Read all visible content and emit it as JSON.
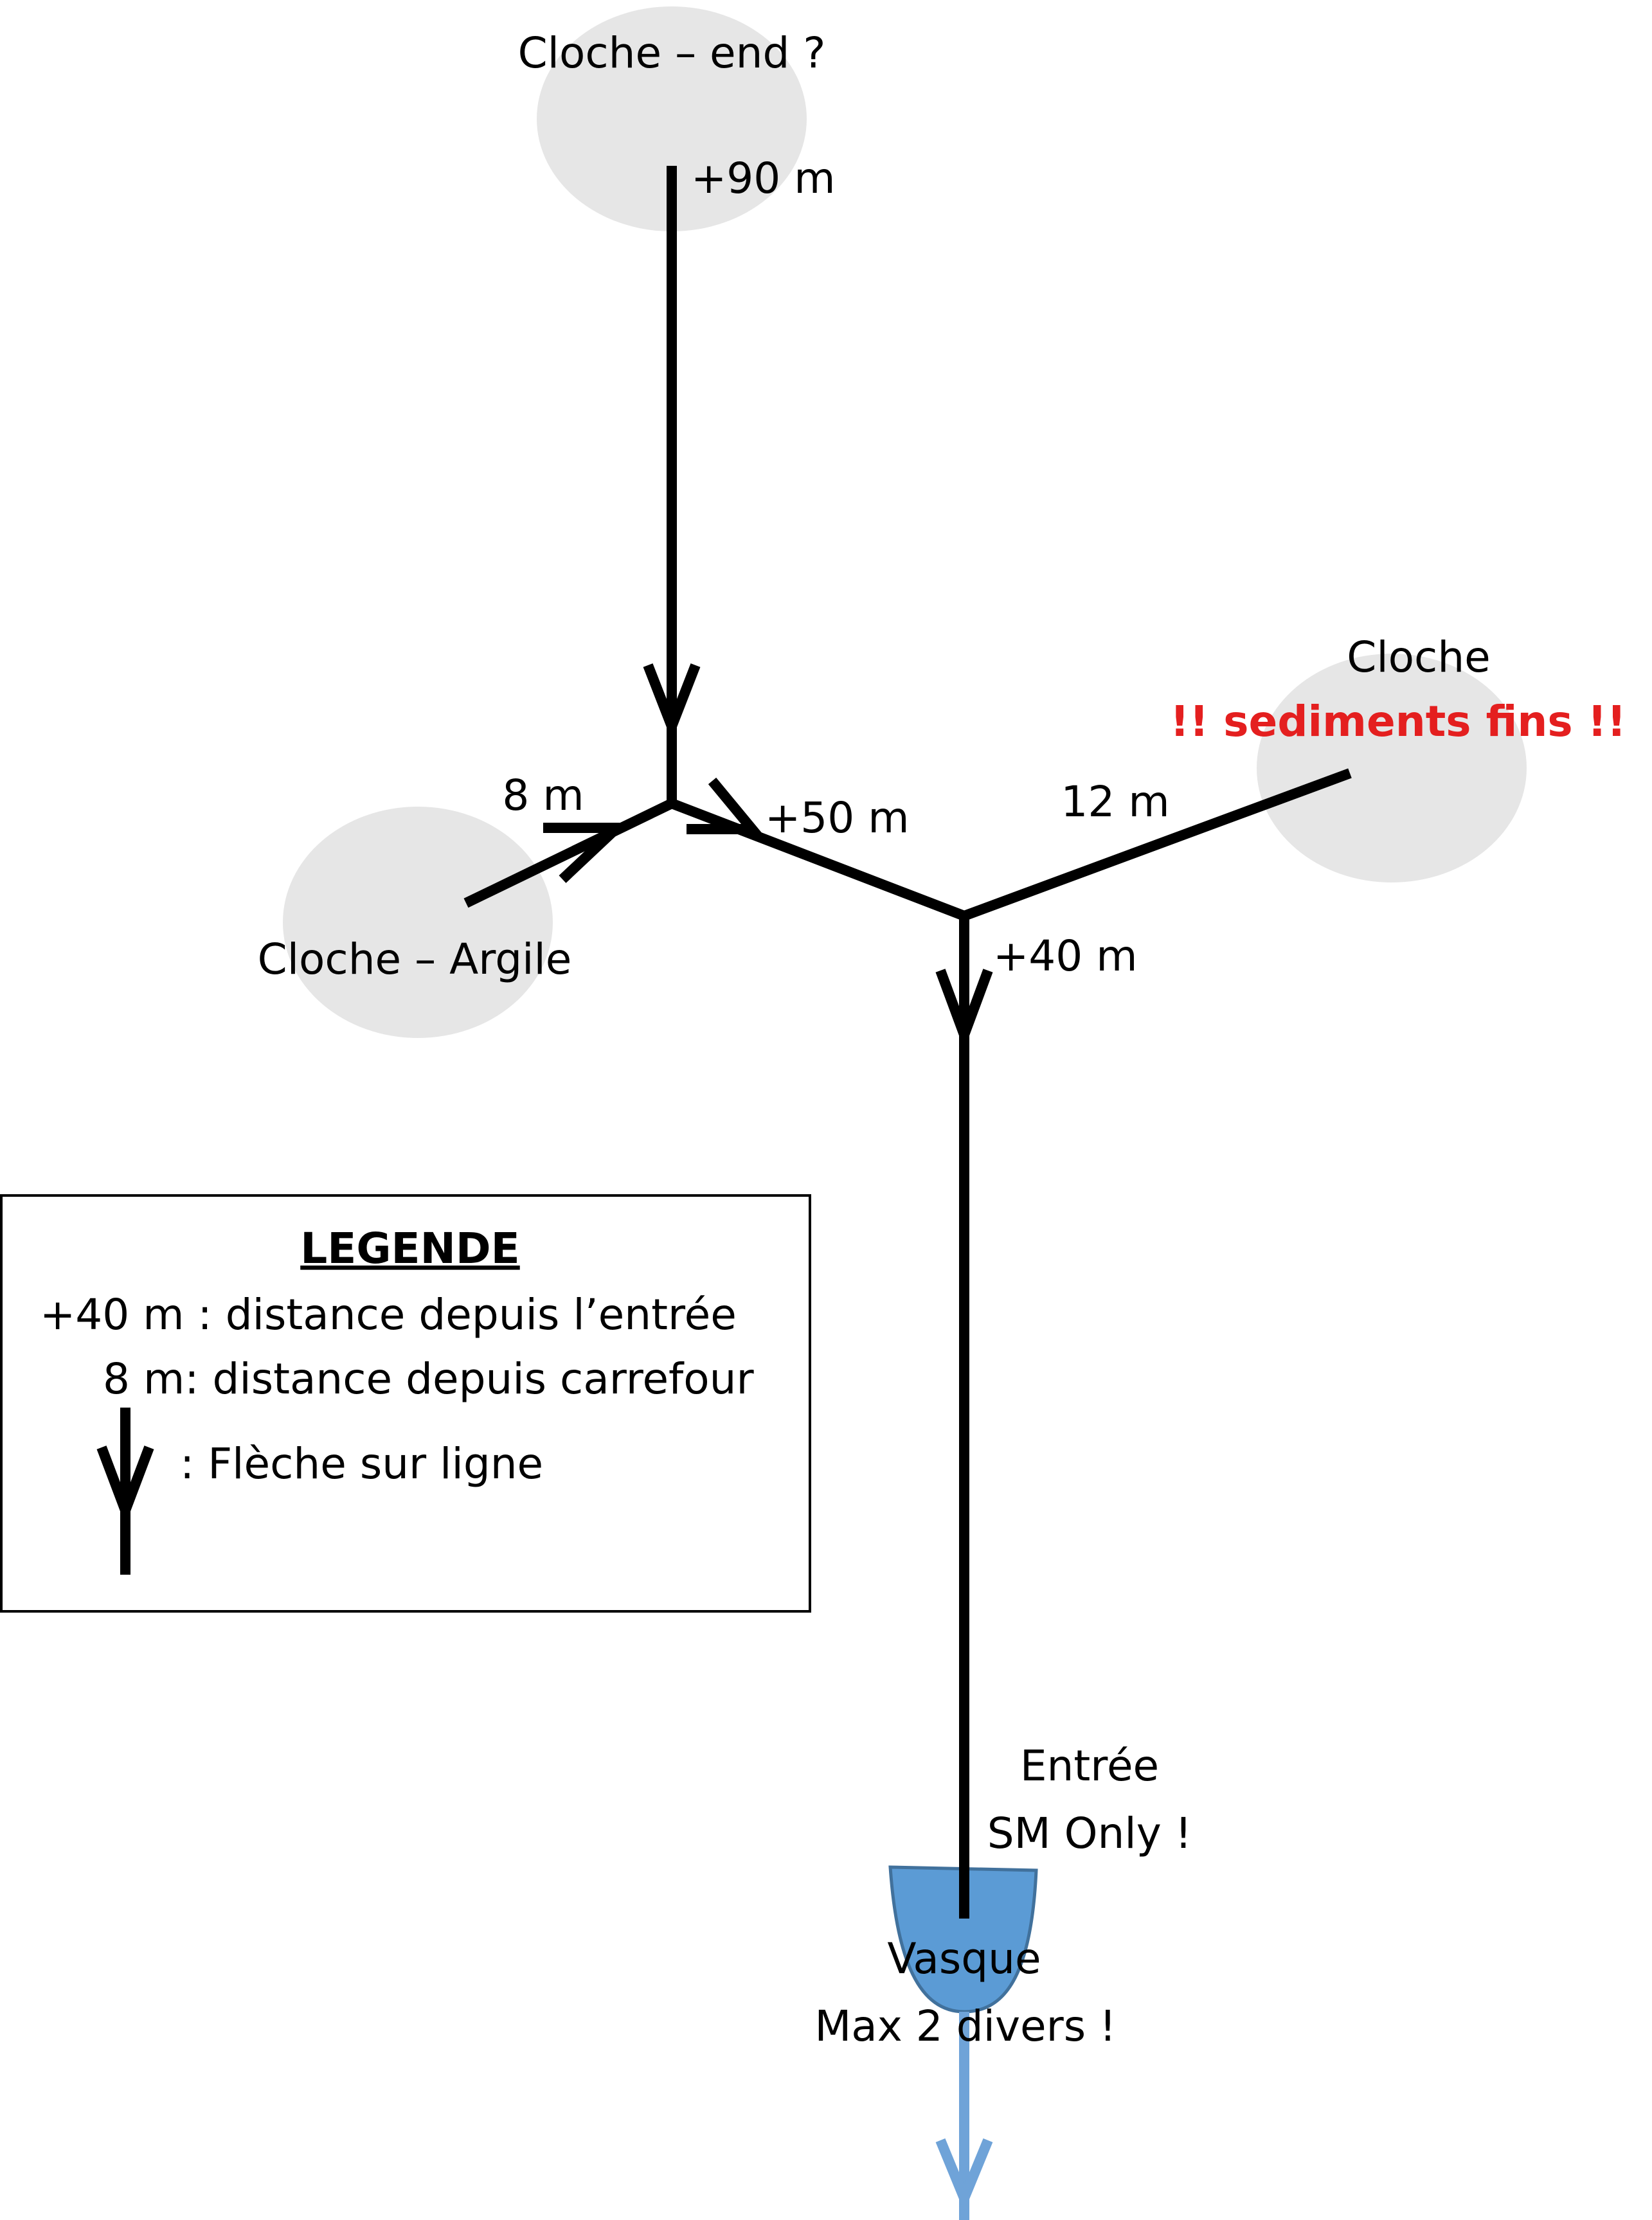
{
  "labels": {
    "cloche_end": "Cloche – end ?",
    "dist_90": "+90 m",
    "cloche_right": "Cloche",
    "sediments_warning": "!! sediments fins !!",
    "dist_8": "8 m",
    "dist_50": "+50 m",
    "dist_12": "12 m",
    "cloche_argile": "Cloche – Argile",
    "dist_40": "+40 m",
    "entree": "Entrée",
    "sm_only": "SM Only !",
    "vasque": "Vasque",
    "max_divers": "Max 2 divers !"
  },
  "legend": {
    "title": "LEGENDE",
    "line1": "+40 m : distance depuis l’entrée",
    "line2": "8 m: distance depuis carrefour",
    "line3": ": Flèche sur ligne"
  },
  "colors": {
    "line": "#000000",
    "bubble": "#e6e6e6",
    "pool_fill": "#5b9bd5",
    "pool_stroke": "#41719c",
    "outflow": "#6fa3d8",
    "warning": "#e41f1f"
  }
}
